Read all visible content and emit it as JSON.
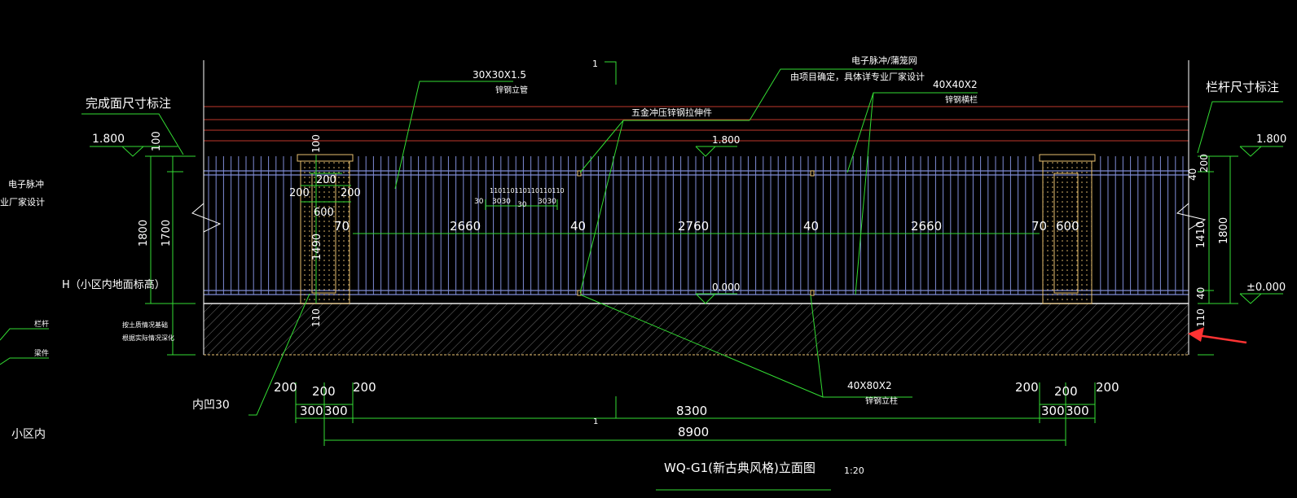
{
  "colors": {
    "background": "#000000",
    "dim": "#33dd33",
    "white": "#ffffff",
    "red": "#c0392b",
    "blue": "#7f8cd6",
    "yellow": "#e8c070",
    "ground": "#7a7a7a",
    "arrow": "#ff3333"
  },
  "labels": {
    "finish_label": "完成面尺寸标注",
    "railing_label": "栏杆尺寸标注",
    "left_level": "1.800",
    "right_level": "1.800",
    "right_zero": "±0.000",
    "h_label": "H（小区内地面标高）",
    "left_cut_1": "电子脉冲",
    "left_cut_2": "业厂家设计",
    "left_small_1": "栏杆",
    "left_small_2": "梁件",
    "left_note_1": "按土质情况基础",
    "left_note_2": "根据实际情况深化",
    "community": "小区内",
    "inner_recess": "内凹30",
    "title": "WQ-G1(新古典风格)立面图",
    "scale": "1:20",
    "center_top_1": "1",
    "bottom_1": "1"
  },
  "callouts": {
    "tube_size": "30X30X1.5",
    "tube_name": "锌钢立管",
    "net_1": "电子脉冲/蒲笼网",
    "net_2": "由项目确定，具体详专业厂家设计",
    "rail_size": "40X40X2",
    "rail_name": "锌钢横栏",
    "fitting": "五金冲压锌钢拉伸件",
    "post_size": "40X80X2",
    "post_name": "锌钢立柱",
    "mid_level_top": "1.800",
    "mid_level_bottom": "0.000"
  },
  "dimensions": {
    "left_100": "100",
    "left_1800": "1800",
    "left_1700": "1700",
    "pillar_100": "100",
    "pillar_200_top": "200",
    "pillar_200_l": "200",
    "pillar_200_r": "200",
    "pillar_600": "600",
    "pillar_1490": "1490",
    "pillar_110": "110",
    "span_70_l": "70",
    "span_2660_l": "2660",
    "span_40_a": "40",
    "span_2760": "2760",
    "span_40_b": "40",
    "span_2660_r": "2660",
    "span_70_r": "70",
    "span_600_r": "600",
    "spacing_top": "110110110110110110",
    "spacing_30a": "30",
    "spacing_3030": "3030",
    "spacing_30b": "30",
    "spacing_3030b": "3030",
    "right_200": "200",
    "right_40_top": "40",
    "right_1410": "1410",
    "right_1800": "1800",
    "right_40_bot": "40",
    "right_110": "110",
    "bot_200_a": "200",
    "bot_200_b": "200",
    "bot_200_c": "200",
    "bot_300_a": "300",
    "bot_300_b": "300",
    "bot_8300": "8300",
    "bot_200_d": "200",
    "bot_200_e": "200",
    "bot_200_f": "200",
    "bot_300_c": "300",
    "bot_300_d": "300",
    "bot_8900": "8900"
  }
}
